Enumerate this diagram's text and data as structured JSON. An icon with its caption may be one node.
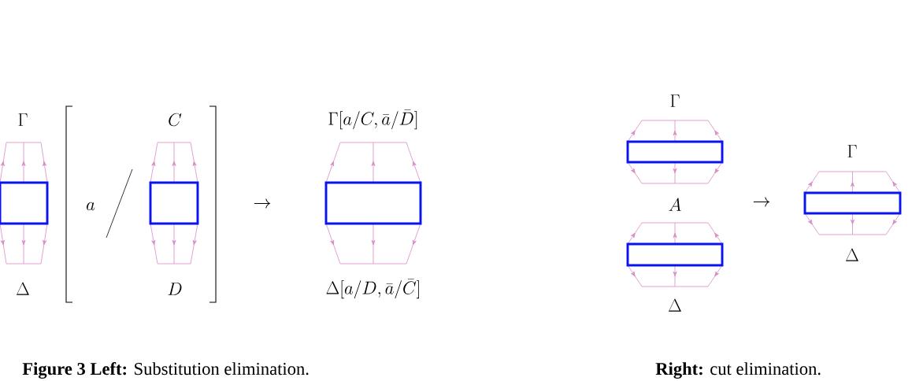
{
  "diagram": {
    "caption": "**Figure 3 Left:** Substitution elimination.",
    "nodes": [
      {
        "text": [],
        "shape": "box"
      },
      {
        "text": [],
        "shape": "box"
      },
      {
        "text": [],
        "shape": "box"
      },
      {
        "text": [],
        "shape": "box",
        "beside": [
          "\\Gamma"
        ]
      },
      {
        "text": [],
        "shape": "box",
        "beside": [
          "\\Delta"
        ]
      },
      {
        "text": [],
        "shape": "box",
        "beside": [
          "\\Gamma",
          "\\Delta"
        ]
      }
    ],
    "labels": [
      "\\Gamma",
      "C",
      "\\Gamma\\bigl[a/C,\\bar{a}/\\bar{D}\\bigr]",
      "a",
      "\\to",
      "\\Delta",
      "D",
      "\\Delta\\bigl[a/D,\\bar{a}/\\bar{C}\\bigr]",
      "A",
      "\\to",
      "**Right:** cut elimination."
    ]
  }
}
